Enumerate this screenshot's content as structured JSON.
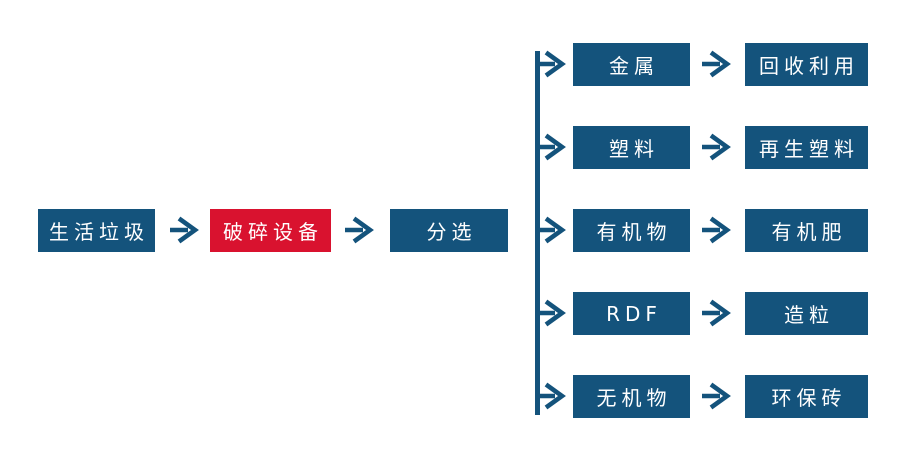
{
  "palette": {
    "node_blue": "#14537C",
    "node_red": "#D9122F",
    "connector_blue": "#14537C",
    "node_text": "#FFFFFF",
    "background": "#FFFFFF"
  },
  "main_flow": {
    "input_label": "生活垃圾",
    "process_label": "破碎设备",
    "sorting_label": "分选"
  },
  "branches": [
    {
      "source": "金属",
      "result": "回收利用"
    },
    {
      "source": "塑料",
      "result": "再生塑料"
    },
    {
      "source": "有机物",
      "result": "有机肥"
    },
    {
      "source": "RDF",
      "result": "造粒"
    },
    {
      "source": "无机物",
      "result": "环保砖"
    }
  ]
}
